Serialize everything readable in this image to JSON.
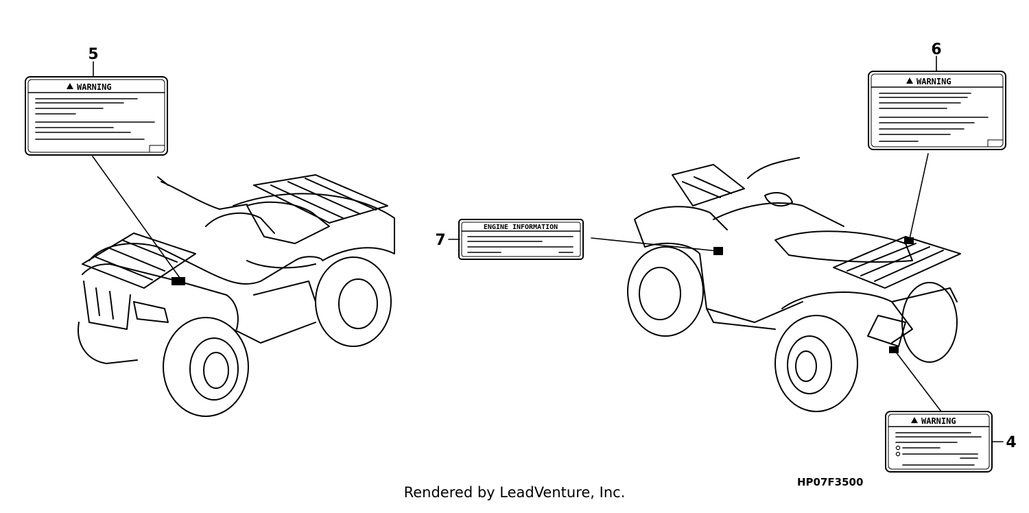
{
  "callouts": {
    "c4": "4",
    "c5": "5",
    "c6": "6",
    "c7": "7"
  },
  "labels": {
    "warning": "WARNING",
    "info": "ENGINE INFORMATION"
  },
  "footer": {
    "credit": "Rendered by LeadVenture, Inc.",
    "code": "HP07F3500"
  }
}
